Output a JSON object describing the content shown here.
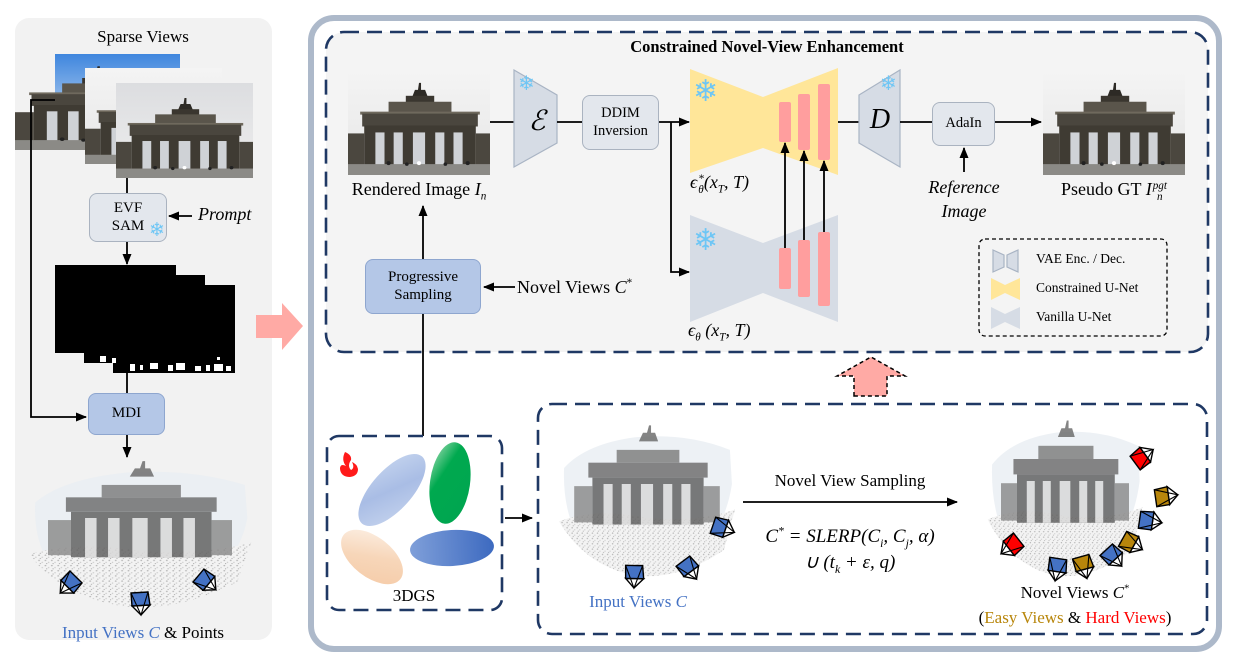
{
  "colors": {
    "input_view_blue": "#4472c4",
    "easy_view_gold": "#b8860b",
    "hard_view_red": "#ff0000",
    "constrained_unet_yellow": "#ffe699",
    "vanilla_unet_gray": "#d6dce5",
    "control_bar_pink": "#ff9e9e",
    "module_box_blue": "#b4c7e7",
    "dashed_border_navy": "#1f3864",
    "frame_border": "#adb9ca",
    "snowflake": "#6ec6f5",
    "flow_arrow_pink": "#ffaaa5"
  },
  "icons": {
    "snowflake": "❄",
    "flame": "flame"
  },
  "left_panel": {
    "title": "Sparse Views",
    "evf_sam": {
      "line1": "EVF",
      "line2": "SAM"
    },
    "prompt_label": "Prompt",
    "mdi_label": "MDI",
    "caption": {
      "input_views": "Input Views ",
      "var": "C",
      "points": " & Points"
    }
  },
  "enhancement": {
    "title": "Constrained Novel-View Enhancement",
    "rendered_image_label": {
      "text": "Rendered Image ",
      "var": "I",
      "sub": "n"
    },
    "encoder_symbol": "ℰ",
    "ddim_inversion": {
      "line1": "DDIM",
      "line2": "Inversion"
    },
    "constrained_unet_label": {
      "symbol": "ϵ",
      "sup": "*",
      "sub": "θ",
      "open": "(x",
      "x_sub": "T",
      "close": ", T)"
    },
    "vanilla_unet_label": {
      "symbol": "ϵ",
      "sub": "θ",
      "open": " (x",
      "x_sub": "T",
      "close": ", T)"
    },
    "decoder_symbol": "D",
    "adain_label": "AdaIn",
    "reference_image": {
      "line1": "Reference",
      "line2": "Image"
    },
    "pseudo_gt_label": {
      "text": "Pseudo GT ",
      "var": "I",
      "sub": "n",
      "sup": "pgt"
    },
    "progressive_sampling": {
      "line1": "Progressive",
      "line2": "Sampling"
    },
    "novel_views_input": {
      "text": "Novel Views ",
      "var": "C",
      "sup": "*"
    },
    "legend": [
      {
        "label": "VAE Enc. / Dec."
      },
      {
        "label": "Constrained U-Net"
      },
      {
        "label": "Vanilla U-Net"
      }
    ]
  },
  "gaussians": {
    "label": "3DGS"
  },
  "novel_view_sampling": {
    "arrow_label": "Novel View Sampling",
    "formula_line1": {
      "lhs": "C",
      "lhs_sup": "*",
      "eq": " = SLERP(",
      "ci": "C",
      "i": "i",
      "sep": ", ",
      "cj": "C",
      "j": "j",
      "end": ", α)"
    },
    "formula_line2": {
      "start": "∪ (t",
      "k": "k",
      "end": " + ε, q)"
    },
    "input_views_label": {
      "text": "Input Views ",
      "var": "C"
    },
    "novel_views_label": {
      "text": "Novel Views ",
      "var": "C",
      "sup": "*"
    },
    "difficulty": {
      "open": "(",
      "easy": "Easy Views",
      "amp": " & ",
      "hard": "Hard Views",
      "close": ")"
    }
  },
  "cameras": {
    "left_panel": [
      "input",
      "input",
      "input"
    ],
    "input_views": [
      "input",
      "input",
      "input"
    ],
    "novel_views": [
      "hard",
      "easy",
      "input",
      "easy",
      "input",
      "easy",
      "input",
      "hard"
    ]
  }
}
